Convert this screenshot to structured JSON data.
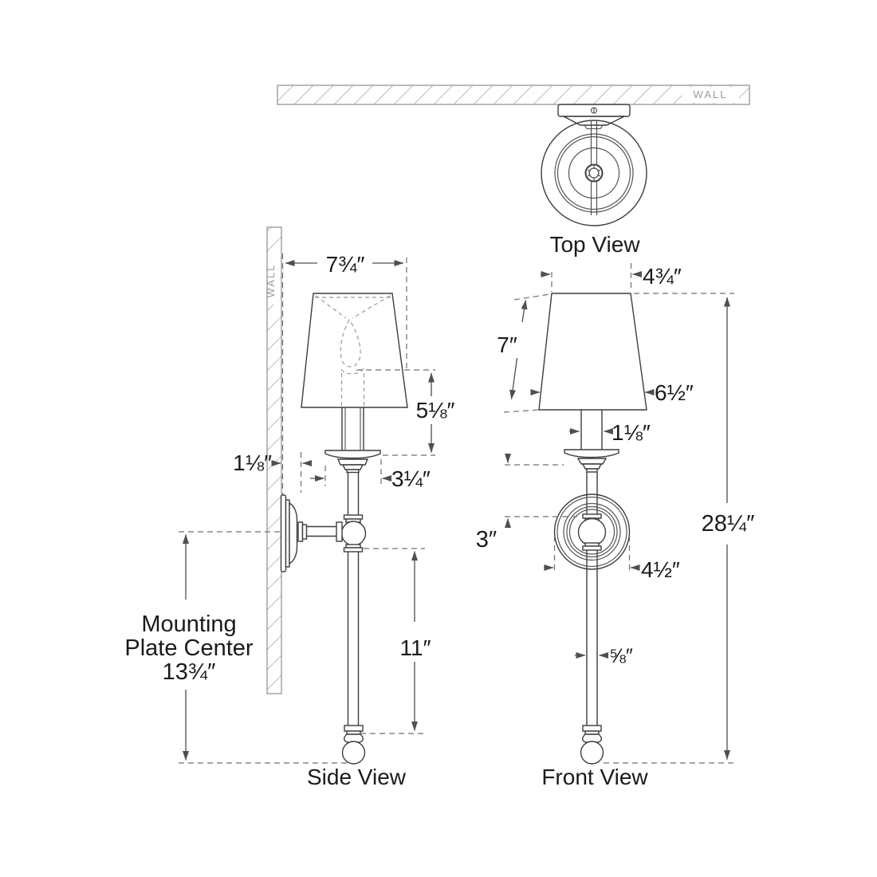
{
  "diagram": {
    "views": {
      "top": {
        "label": "Top View"
      },
      "side": {
        "label": "Side View"
      },
      "front": {
        "label": "Front View"
      }
    },
    "wall_label": "WALL",
    "side_dims": {
      "depth": "7¾″",
      "shade_to_cup": "5⅛″",
      "wall_offset": "1⅛″",
      "cup_width": "3¼″",
      "lower_stem": "11″",
      "mount_line1": "Mounting",
      "mount_line2": "Plate Center",
      "mount_value": "13¾″"
    },
    "front_dims": {
      "shade_top": "4¾″",
      "shade_height": "7″",
      "shade_bottom": "6½″",
      "candle_width": "1⅛″",
      "cup_gap": "3″",
      "backplate": "4½″",
      "stem": "⅝″",
      "overall": "28¼″"
    },
    "colors": {
      "line": "#3d3d3d",
      "dimension": "#4f4f4f",
      "hidden_line": "#9a9a9a",
      "wall": "#8c8c8c",
      "hatch": "#bbbbbb",
      "text": "#1a1a1a",
      "background": "#ffffff"
    }
  }
}
